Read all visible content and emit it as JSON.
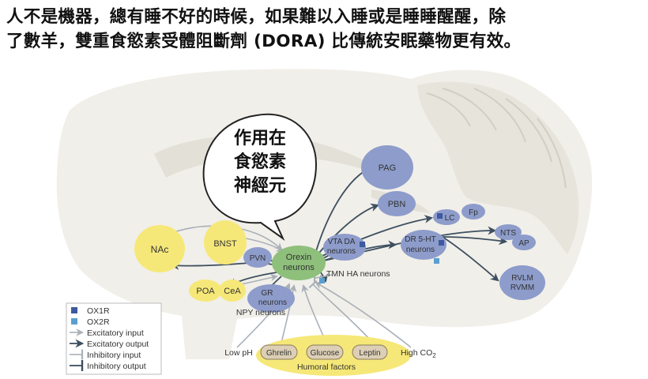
{
  "headline": {
    "line1": "人不是機器，總有睡不好的時候，如果難以入睡或是睡睡醒醒，除",
    "line2": "了數羊，雙重食慾素受體阻斷劑 (DORA) 比傳統安眠藥物更有效。"
  },
  "callout": {
    "line1": "作用在",
    "line2": "食慾素",
    "line3": "神經元"
  },
  "nodes": {
    "orexin": {
      "line1": "Orexin",
      "line2": "neurons"
    },
    "pag": "PAG",
    "pbn": "PBN",
    "lc": "LC",
    "fp": "Fp",
    "nts": "NTS",
    "ap": "AP",
    "rvlm": "RVLM",
    "rvmm": "RVMM",
    "vta": {
      "line1": "VTA DA",
      "line2": "neurons"
    },
    "dr": {
      "line1": "DR 5-HT",
      "line2": "neurons"
    },
    "tmn": "TMN HA neurons",
    "pvn": "PVN",
    "gr": {
      "line1": "GR",
      "line2": "neurons"
    },
    "npy": "NPY neurons",
    "nac": "NAc",
    "bnst": "BNST",
    "poa": "POA",
    "cea": "CeA"
  },
  "inputs": {
    "low_ph": "Low pH",
    "ghrelin": "Ghrelin",
    "glucose": "Glucose",
    "leptin": "Leptin",
    "high_co2": "High CO",
    "high_co2_sub": "2",
    "humoral": "Humoral factors"
  },
  "legend": {
    "ox1r": "OX1R",
    "ox2r": "OX2R",
    "excitatory_input": "Excitatory input",
    "excitatory_output": "Excitatory output",
    "inhibitory_input": "Inhibitory input",
    "inhibitory_output": "Inhibitory output"
  },
  "colors": {
    "node_blue": "#8d9ccb",
    "node_green": "#8ec07c",
    "node_yellow": "#f6e878",
    "tissue": "#f1efe9",
    "receptor_ox1r": "#3d5aa0",
    "receptor_ox2r": "#5b9fd0",
    "arrow_dark": "#3d4f60",
    "arrow_light": "#a9b0b8"
  }
}
